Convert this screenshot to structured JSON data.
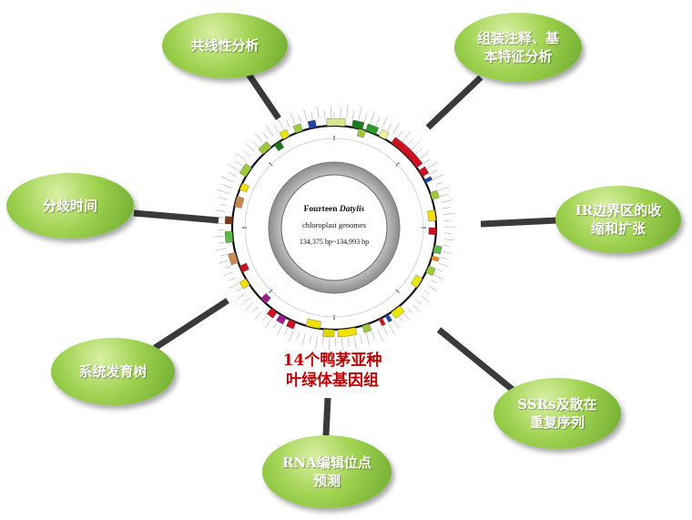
{
  "center": {
    "label_line1": "14个鸭茅亚种",
    "label_line2": "叶绿体基因组",
    "genome_title_prefix": "Fourteen ",
    "genome_title_italic": "Datylis",
    "genome_subtitle": "chloroplast genomes",
    "genome_range": "134,375 bp~134,993 bp"
  },
  "nodes": [
    {
      "id": "collinearity",
      "lines": [
        "共线性分析"
      ]
    },
    {
      "id": "assembly",
      "lines": [
        "组装注释、基",
        "本特征分析"
      ]
    },
    {
      "id": "divergence",
      "lines": [
        "分歧时间"
      ]
    },
    {
      "id": "ir-boundary",
      "lines": [
        "IR边界区的收",
        "缩和扩张"
      ]
    },
    {
      "id": "phylogeny",
      "lines": [
        "系统发育树"
      ]
    },
    {
      "id": "ssr",
      "lines": [
        "SSRs及散在",
        "重复序列"
      ]
    },
    {
      "id": "rna-editing",
      "lines": [
        "RNA编辑位点",
        "预测"
      ]
    }
  ],
  "colors": {
    "node_green": "#9ed14f",
    "connector": "#3a3a3a",
    "center_label": "#c00000"
  }
}
